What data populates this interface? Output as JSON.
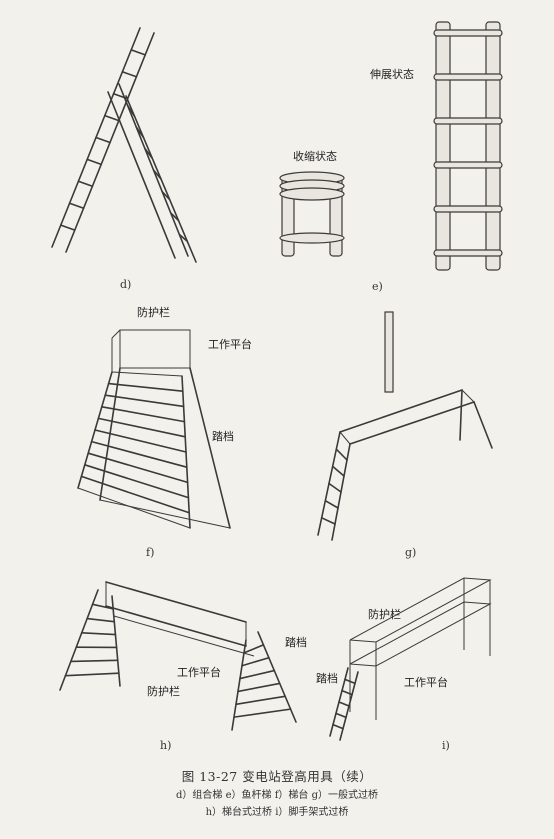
{
  "panels": {
    "d": {
      "tag": "d)"
    },
    "e": {
      "tag": "e)",
      "label_retracted": "收缩状态",
      "label_extended": "伸展状态"
    },
    "f": {
      "tag": "f)",
      "label_guardrail": "防护栏",
      "label_platform": "工作平台",
      "label_step": "踏档"
    },
    "g": {
      "tag": "g)"
    },
    "h": {
      "tag": "h)",
      "label_step": "踏档",
      "label_platform": "工作平台",
      "label_guardrail": "防护栏"
    },
    "i": {
      "tag": "i)",
      "label_guardrail": "防护栏",
      "label_step": "踏档",
      "label_platform": "工作平台"
    }
  },
  "caption": {
    "title": "图 13-27   变电站登高用具（续）",
    "line1": "d）组合梯   e）鱼杆梯   f）梯台   g）一般式过桥",
    "line2": "h）梯台式过桥   i）脚手架式过桥"
  }
}
